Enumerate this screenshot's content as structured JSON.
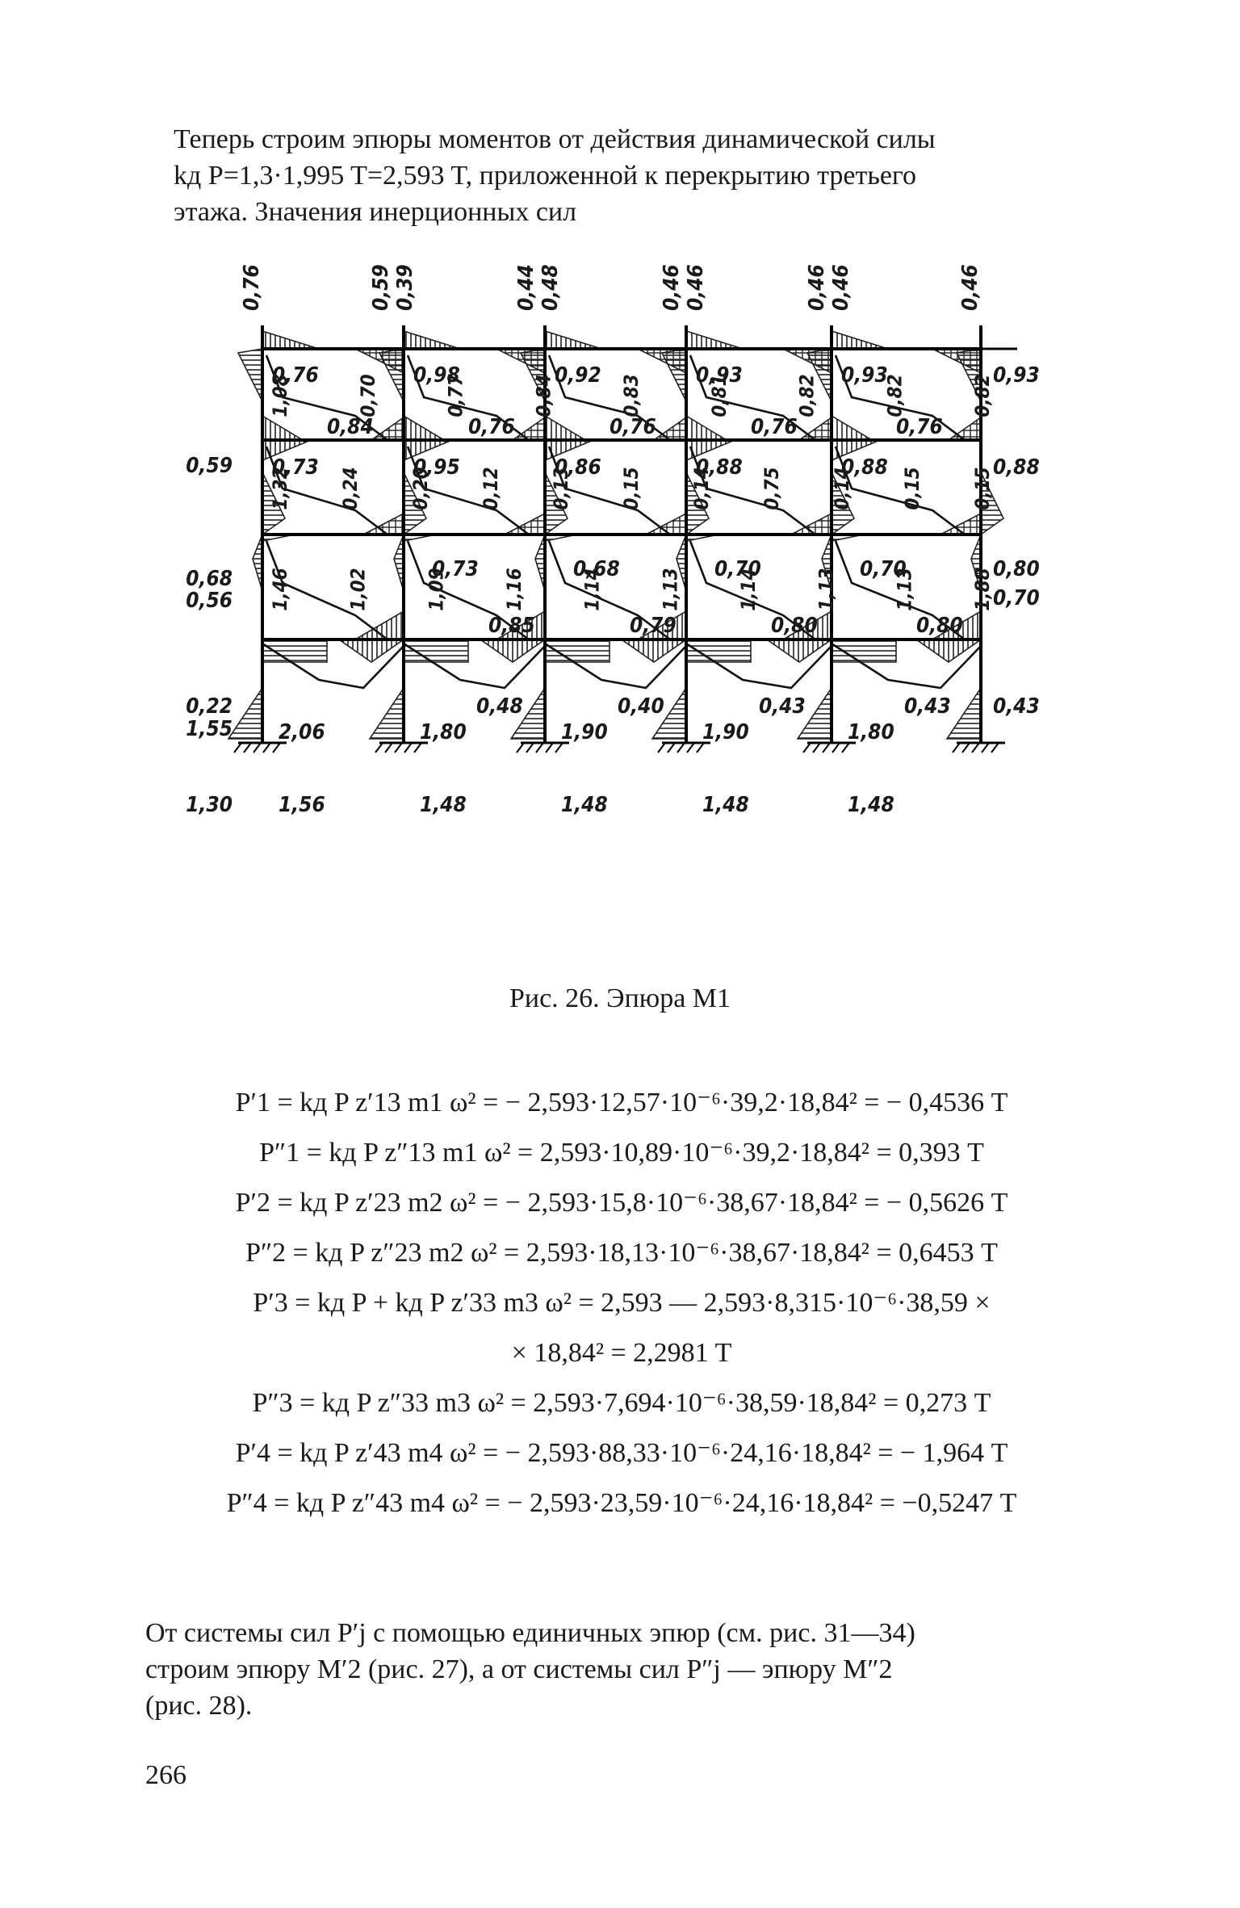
{
  "intro": {
    "line1": "Теперь строим эпюры моментов от действия динамической силы",
    "line2": "kд P=1,3·1,995 T=2,593 T, приложенной к перекрытию третьего",
    "line3": "этажа. Значения инерционных сил"
  },
  "figure": {
    "caption": "Рис. 26. Эпюра M1",
    "top_labels": [
      "0,76",
      "0,59",
      "0,39",
      "0,44",
      "0,48",
      "0,46",
      "0,46",
      "0,46",
      "0,46",
      "0,46"
    ],
    "left_labels": [
      "0,59",
      "0,68",
      "0,56",
      "0,22",
      "1,55",
      "1,30"
    ],
    "right_labels": [
      "0,93",
      "0,88",
      "0,80",
      "0,70",
      "0,43"
    ],
    "beam_row1_top": [
      "0,76",
      "0,98",
      "0,92",
      "0,93",
      "0,93"
    ],
    "beam_row1_bottom": [
      "0,84",
      "0,76",
      "0,76",
      "0,76",
      "0,76"
    ],
    "beam_row2_top": [
      "0,73",
      "0,95",
      "0,86",
      "0,88",
      "0,88"
    ],
    "beam_row2_bottom": [
      "0,85",
      "0,79",
      "0,80",
      "0,80"
    ],
    "beam_row3_top": [
      "0,73",
      "0,68",
      "0,70",
      "0,70"
    ],
    "beam_row3_bottom": [
      "0,48",
      "0,40",
      "0,43",
      "0,43"
    ],
    "beam_row4": [
      "2,06",
      "1,80",
      "1,90",
      "1,90",
      "1,80"
    ],
    "base_labels": [
      "1,56",
      "1,48",
      "1,48",
      "1,48",
      "1,48"
    ],
    "column_row1": [
      "1,08",
      "0,70",
      "0,77",
      "0,84",
      "0,83",
      "0,81",
      "0,82",
      "0,82",
      "0,82"
    ],
    "column_row2": [
      "1,32",
      "0,24",
      "0,20",
      "0,12",
      "0,13",
      "0,15",
      "0,14",
      "0,75",
      "0,14",
      "0,15",
      "0,15"
    ],
    "column_row3": [
      "1,46",
      "1,02",
      "1,09",
      "1,16",
      "1,14",
      "1,13",
      "1,14",
      "1,13",
      "1,13",
      "1,88"
    ]
  },
  "formulas": [
    "P′1 = kд P z′13 m1 ω² = − 2,593·12,57·10⁻⁶·39,2·18,84² = − 0,4536 T",
    "P″1 = kд P z″13 m1 ω² = 2,593·10,89·10⁻⁶·39,2·18,84² = 0,393 T",
    "P′2 = kд P z′23 m2 ω² = − 2,593·15,8·10⁻⁶·38,67·18,84² = − 0,5626 T",
    "P″2 = kд P z″23 m2 ω² = 2,593·18,13·10⁻⁶·38,67·18,84² = 0,6453 T",
    "P′3 = kд P + kд P z′33 m3 ω² = 2,593 — 2,593·8,315·10⁻⁶·38,59 ×",
    "× 18,84² = 2,2981 T",
    "P″3 = kд P z″33 m3 ω² = 2,593·7,694·10⁻⁶·38,59·18,84² = 0,273 T",
    "P′4 = kд P z′43 m4 ω² = − 2,593·88,33·10⁻⁶·24,16·18,84² = − 1,964 T",
    "P″4 = kд P z″43 m4 ω² = − 2,593·23,59·10⁻⁶·24,16·18,84² = −0,5247 T"
  ],
  "outro": {
    "line1": "От системы сил P′j с помощью единичных эпюр (см. рис. 31—34)",
    "line2": "строим эпюру M′2 (рис. 27), а от системы сил P″j — эпюру M″2",
    "line3": "(рис. 28)."
  },
  "page_number": "266"
}
